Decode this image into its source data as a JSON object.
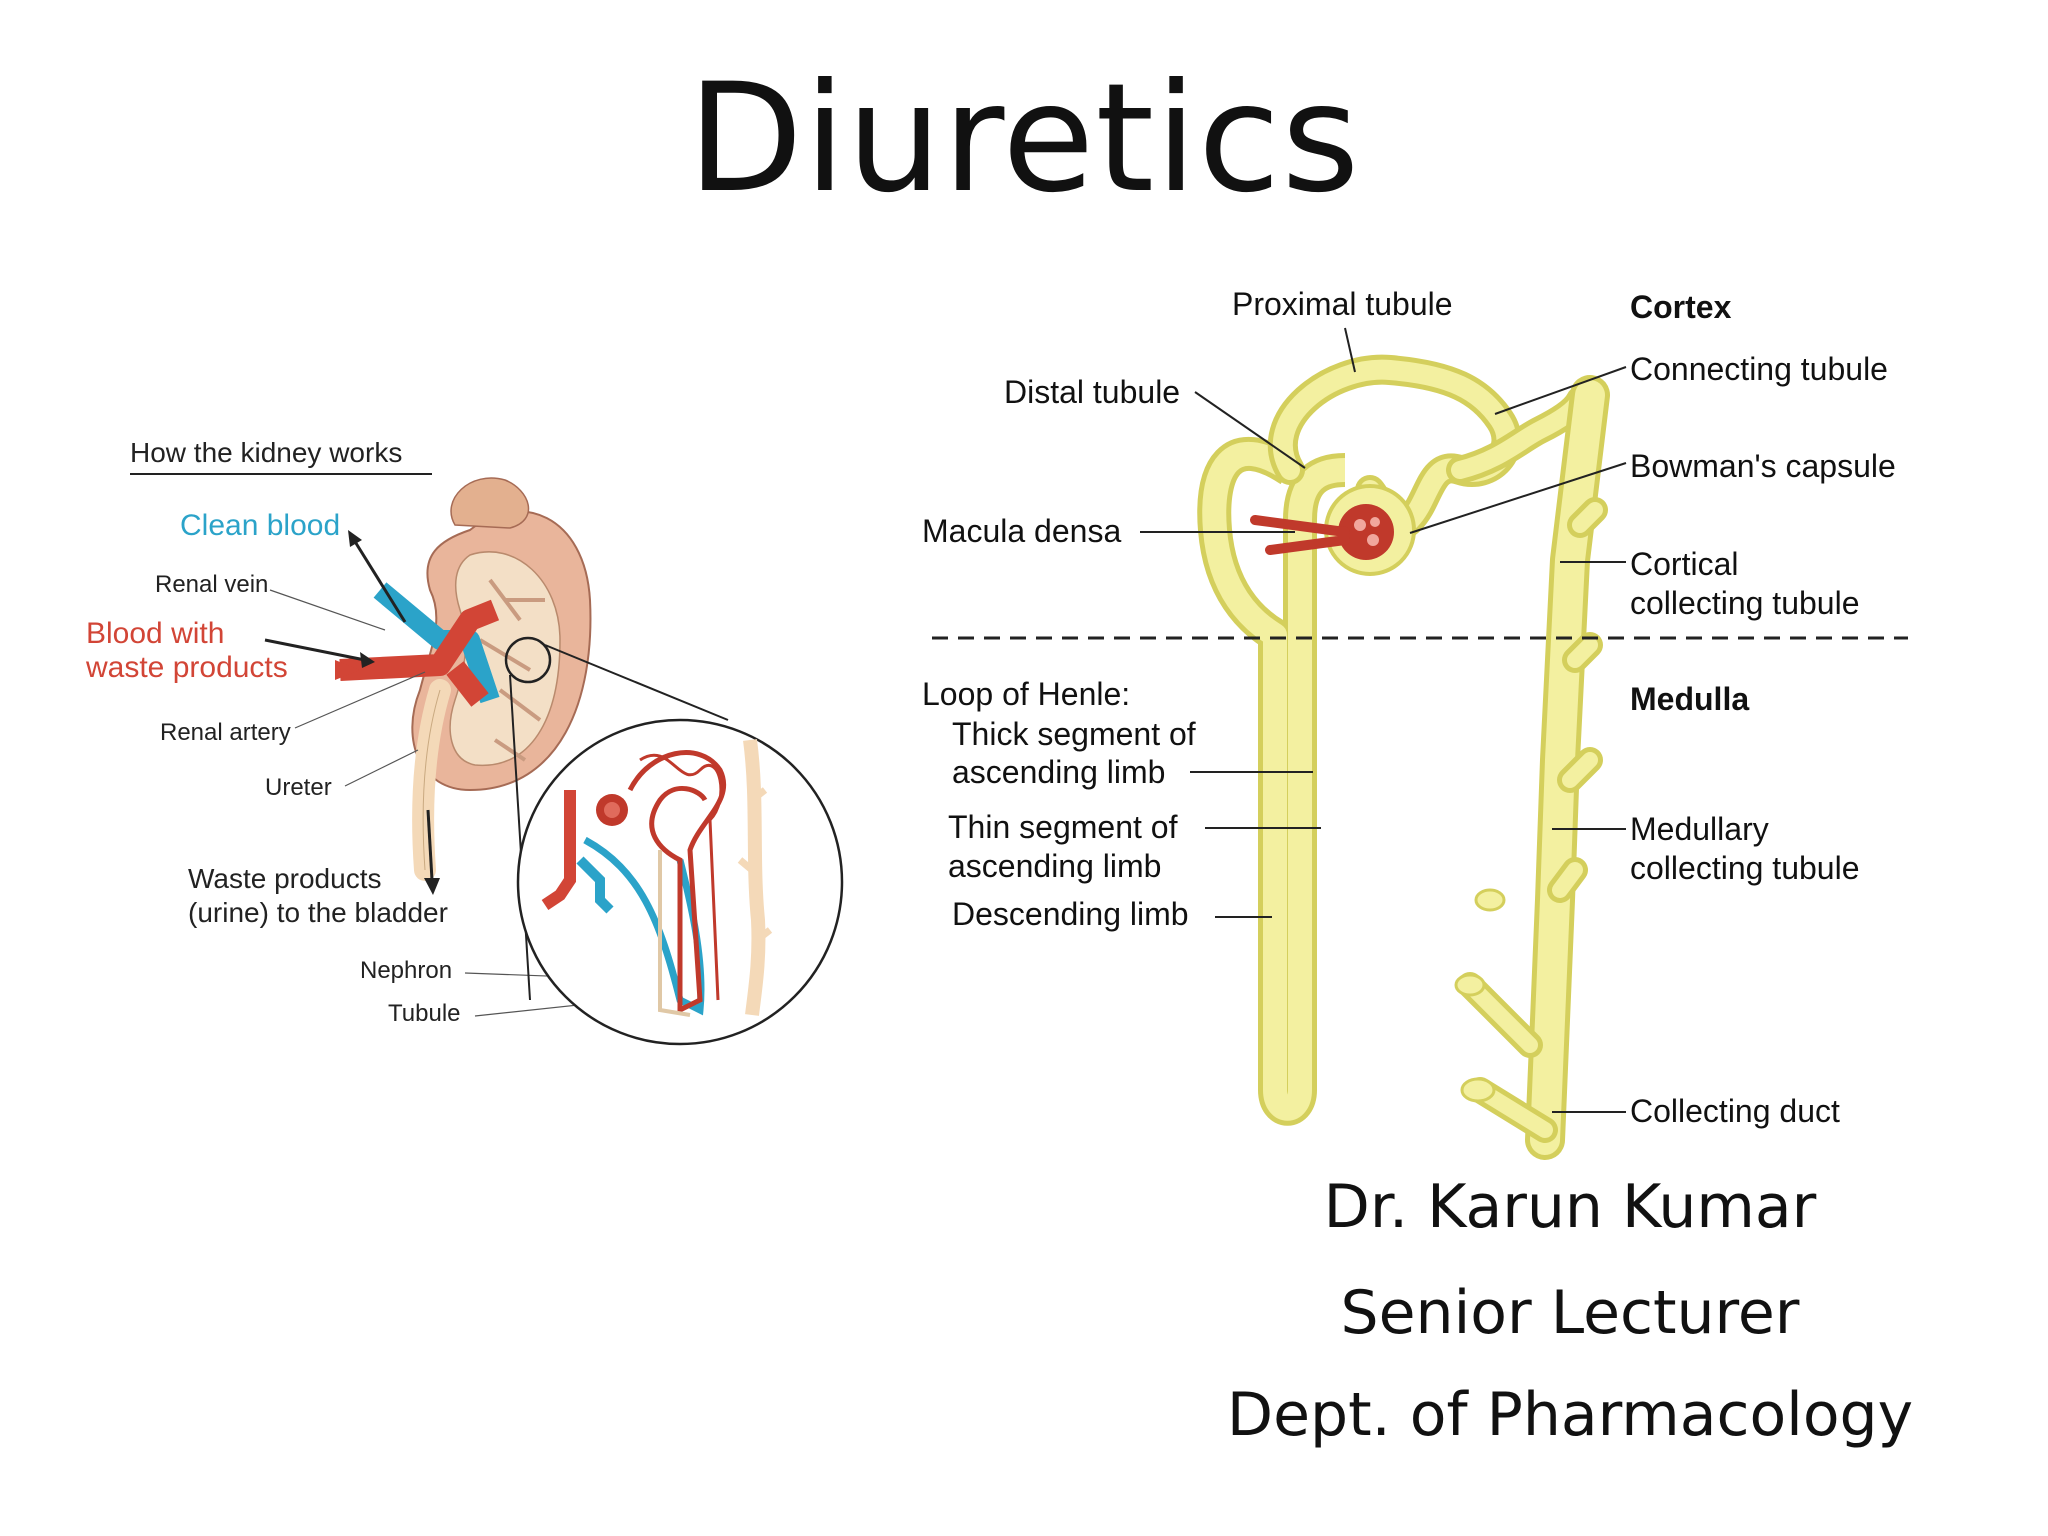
{
  "slide": {
    "title": "Diuretics",
    "author": {
      "name": "Dr. Karun Kumar",
      "role": "Senior Lecturer",
      "department": "Dept. of Pharmacology"
    }
  },
  "kidney_figure": {
    "heading": "How the kidney works",
    "labels": {
      "clean_blood": "Clean blood",
      "renal_vein": "Renal vein",
      "blood_waste_1": "Blood with",
      "blood_waste_2": "waste products",
      "renal_artery": "Renal artery",
      "ureter": "Ureter",
      "waste_1": "Waste products",
      "waste_2": "(urine) to the bladder",
      "nephron": "Nephron",
      "tubule": "Tubule"
    },
    "colors": {
      "clean_blood": "#2ba3c9",
      "waste_blood": "#d24536",
      "kidney": "#e9b59b",
      "ureter": "#f4d9b8"
    }
  },
  "nephron_figure": {
    "labels": {
      "proximal_tubule": "Proximal tubule",
      "cortex": "Cortex",
      "connecting_tubule": "Connecting tubule",
      "distal_tubule": "Distal tubule",
      "bowmans_capsule": "Bowman's capsule",
      "macula_densa": "Macula densa",
      "cortical_1": "Cortical",
      "cortical_2": "collecting tubule",
      "medulla": "Medulla",
      "loop_henle": "Loop of Henle:",
      "thick_1": "Thick segment of",
      "thick_2": "ascending limb",
      "thin_1": "Thin segment of",
      "thin_2": "ascending limb",
      "medullary_1": "Medullary",
      "medullary_2": "collecting tubule",
      "descending": "Descending limb",
      "collecting_duct": "Collecting duct"
    },
    "colors": {
      "tubule_fill": "#f3f0a0",
      "tubule_stroke": "#d4cf5c",
      "glomerulus": "#c0392b"
    }
  }
}
